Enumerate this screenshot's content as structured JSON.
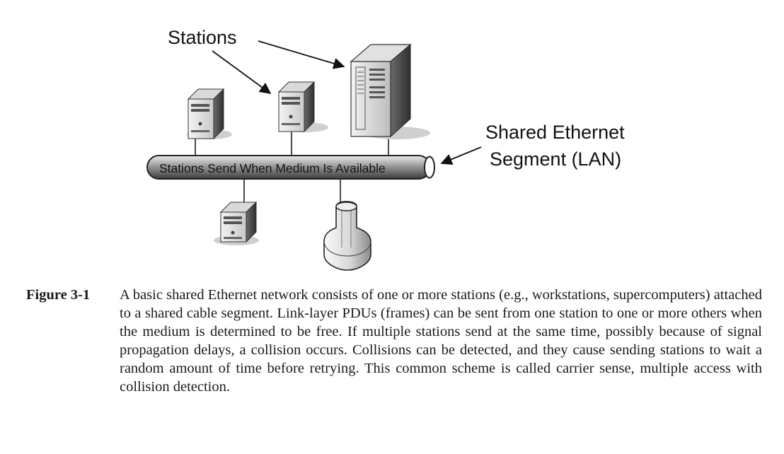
{
  "diagram": {
    "stations_label": "Stations",
    "segment_label_line1": "Shared Ethernet",
    "segment_label_line2": "Segment (LAN)",
    "bus_label": "Stations Send When Medium Is Available",
    "nodes": [
      {
        "name": "workstation-tower-icon"
      },
      {
        "name": "workstation-tower-icon"
      },
      {
        "name": "server-cabinet-icon"
      },
      {
        "name": "workstation-tower-icon"
      },
      {
        "name": "supercomputer-icon"
      }
    ]
  },
  "caption": {
    "figure_number": "Figure 3-1",
    "text": "A basic shared Ethernet network consists of one or more stations (e.g., workstations, supercomputers) attached to a shared cable segment. Link-layer PDUs (frames) can be sent from one station to one or more others when the medium is determined to be free. If multiple stations send at the same time, possibly because of signal propagation delays, a collision occurs. Collisions can be detected, and they cause sending stations to wait a random amount of time before retrying. This common scheme is called carrier sense, multiple access with collision detection."
  }
}
